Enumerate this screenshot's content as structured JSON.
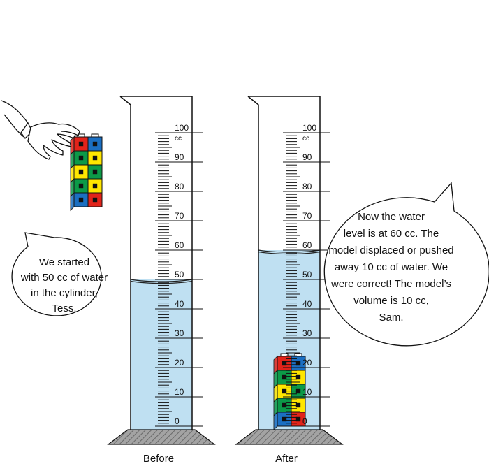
{
  "cylinders": [
    {
      "id": "before",
      "caption": "Before",
      "water_level_cc": 50,
      "has_model_inside": false
    },
    {
      "id": "after",
      "caption": "After",
      "water_level_cc": 60,
      "has_model_inside": true
    }
  ],
  "scale": {
    "min_cc": 0,
    "max_cc": 100,
    "major_step_cc": 10,
    "minor_step_cc": 1,
    "unit_label": "cc",
    "major_labels": [
      "0",
      "10",
      "20",
      "30",
      "40",
      "50",
      "60",
      "70",
      "80",
      "90",
      "100"
    ]
  },
  "bubbles": {
    "tess": {
      "lines": [
        "We started",
        "with 50 cc of water",
        "in the cylinder,",
        "Tess."
      ]
    },
    "sam": {
      "lines": [
        "Now the water",
        "level is at 60 cc. The",
        "model displaced or pushed",
        "away 10 cc of water. We",
        "were correct! The model’s",
        "volume is 10 cc,",
        "Sam."
      ]
    }
  },
  "cube_model": {
    "rows": [
      [
        "red",
        "blue"
      ],
      [
        "green",
        "yellow"
      ],
      [
        "yellow",
        "green"
      ],
      [
        "green",
        "yellow"
      ],
      [
        "blue",
        "red"
      ]
    ]
  },
  "colors": {
    "water": "#bfe0f2",
    "red": "#e2231a",
    "blue": "#1b6fc2",
    "green": "#0c9a48",
    "yellow": "#ffe600",
    "base": "#9a9a9a"
  }
}
